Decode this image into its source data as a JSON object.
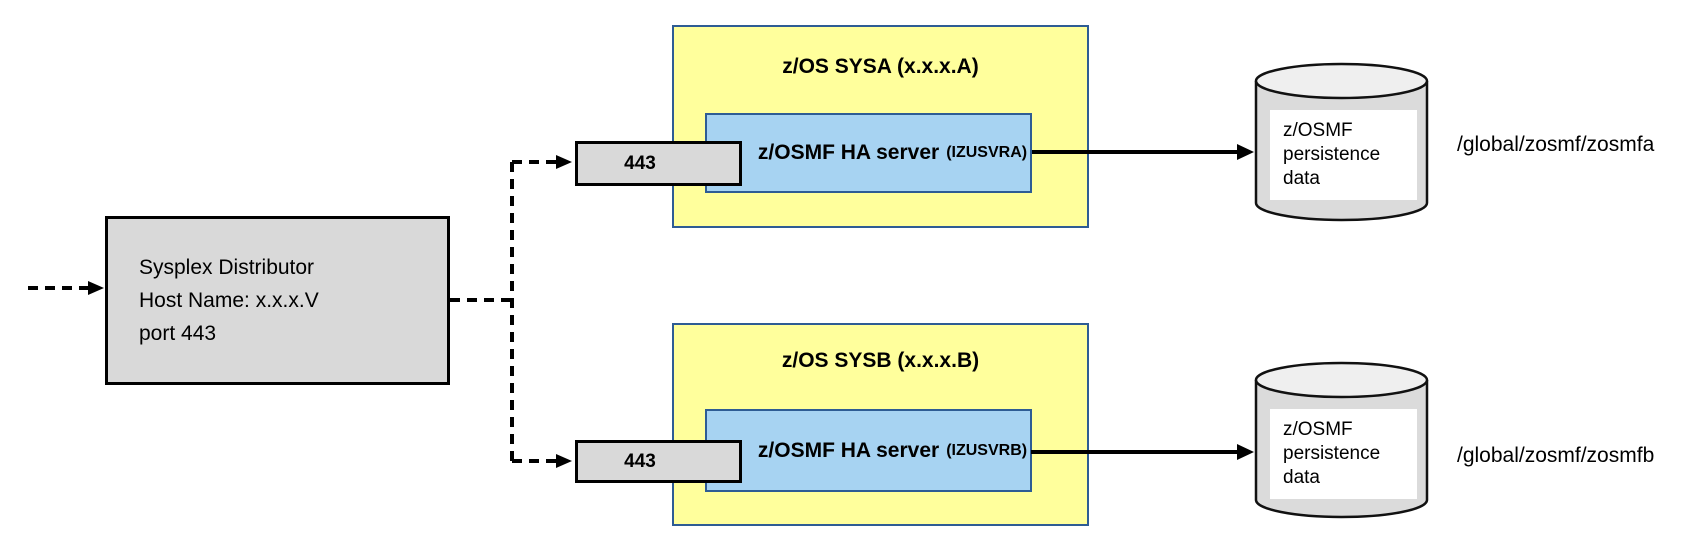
{
  "colors": {
    "yellow_fill": "#FFFF9C",
    "blue_fill": "#A7D3F2",
    "blue_border": "#2E5C94",
    "gray_fill": "#D9D9D9",
    "cylinder_body": "#DBDBDB",
    "cylinder_top": "#EFEFEF",
    "line_color": "#000000"
  },
  "distributor": {
    "lines": [
      "Sysplex Distributor",
      "Host Name: x.x.x.V",
      "port 443"
    ]
  },
  "systems": [
    {
      "port": "443",
      "title": "z/OS SYSA (x.x.x.A)",
      "server_label": "z/OSMF HA server",
      "server_id": "(IZUSVRA)",
      "storage_lines": [
        "z/OSMF",
        "persistence",
        "data"
      ],
      "path": "/global/zosmf/zosmfa"
    },
    {
      "port": "443",
      "title": "z/OS SYSB (x.x.x.B)",
      "server_label": "z/OSMF HA server",
      "server_id": "(IZUSVRB)",
      "storage_lines": [
        "z/OSMF",
        "persistence",
        "data"
      ],
      "path": "/global/zosmf/zosmfb"
    }
  ]
}
